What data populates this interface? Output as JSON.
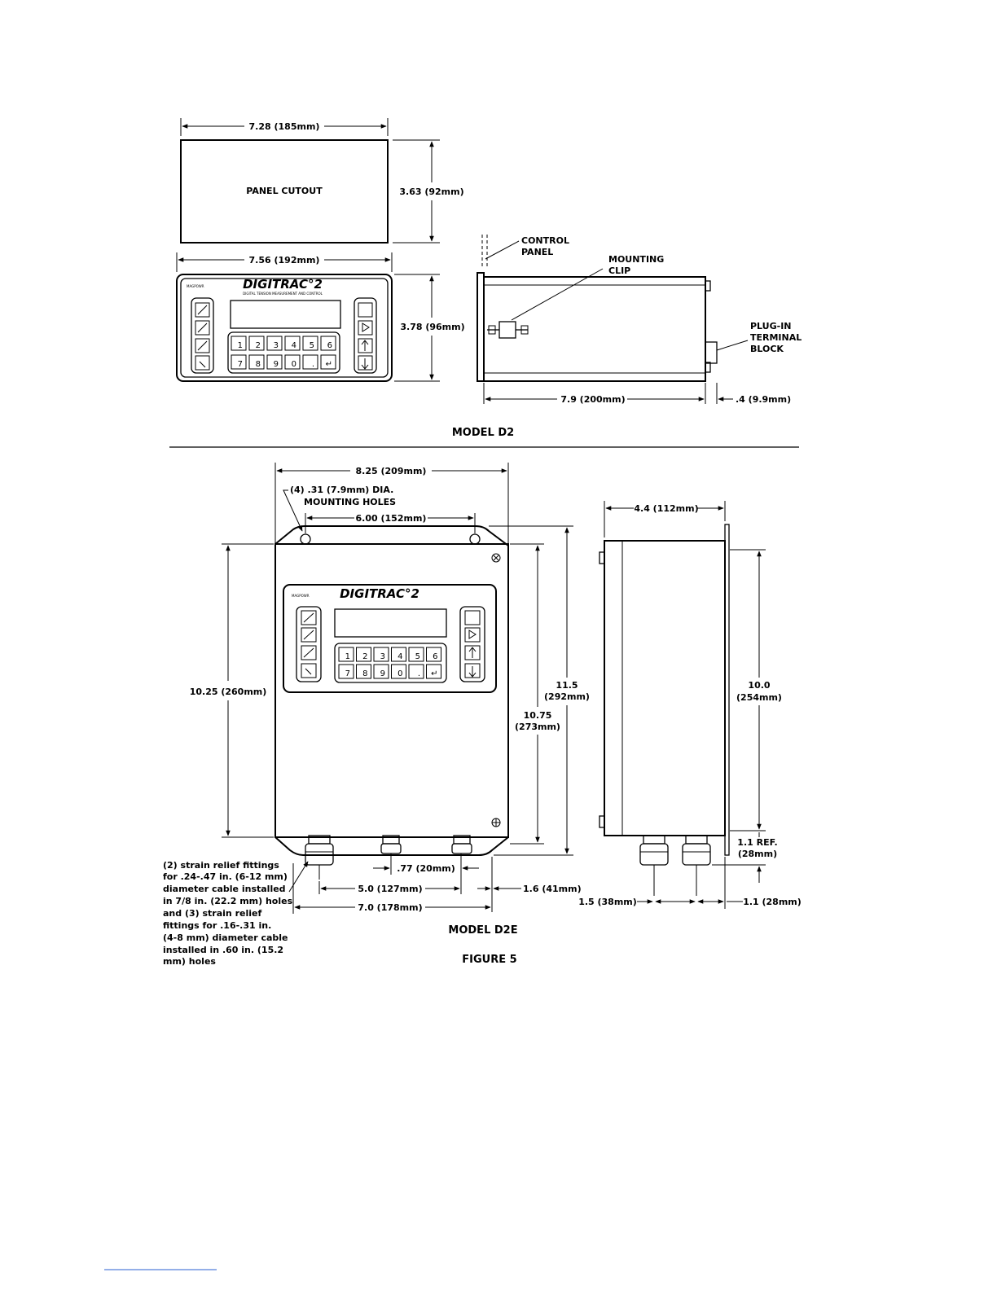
{
  "model_d2": {
    "panel_cutout_width": "7.28 (185mm)",
    "panel_cutout_label": "PANEL CUTOUT",
    "panel_cutout_height": "3.63 (92mm)",
    "front_width": "7.56 (192mm)",
    "front_height": "3.78 (96mm)",
    "brand": "DIGITRAC°2",
    "brand_subtitle": "DIGITAL TENSION MEASUREMENT AND CONTROL",
    "logo_text": "MAGPOWR",
    "control_panel_label": [
      "CONTROL",
      "PANEL"
    ],
    "mounting_clip_label": [
      "MOUNTING",
      "CLIP"
    ],
    "plugin_label": [
      "PLUG-IN",
      "TERMINAL",
      "BLOCK"
    ],
    "depth": "7.9 (200mm)",
    "terminal_depth": ".4 (9.9mm)",
    "keypad_row1": [
      "1",
      "2",
      "3",
      "4",
      "5",
      "6"
    ],
    "keypad_row2": [
      "7",
      "8",
      "9",
      "0",
      ".",
      "↵"
    ],
    "model_label": "MODEL D2"
  },
  "model_d2e": {
    "overall_width": "8.25 (209mm)",
    "holes_note": [
      "(4) .31 (7.9mm) DIA.",
      "MOUNTING HOLES"
    ],
    "hole_spacing": "6.00 (152mm)",
    "height_left": "10.25 (260mm)",
    "height_outer": [
      "11.5",
      "(292mm)"
    ],
    "height_inner": [
      "10.75",
      "(273mm)"
    ],
    "brand": "DIGITRAC°2",
    "logo_text": "MAGPOWR",
    "keypad_row1": [
      "1",
      "2",
      "3",
      "4",
      "5",
      "6"
    ],
    "keypad_row2": [
      "7",
      "8",
      "9",
      "0",
      ".",
      "↵"
    ],
    "fitting_spacing": ".77 (20mm)",
    "fitting_span": "5.0 (127mm)",
    "base_width": "7.0 (178mm)",
    "right_offset": "1.6 (41mm)",
    "strain_relief_note": [
      "(2) strain relief fittings",
      "for .24-.47 in. (6-12 mm)",
      "diameter cable installed",
      "in 7/8 in. (22.2 mm) holes",
      "and (3) strain relief",
      "fittings for .16-.31 in.",
      "(4-8 mm) diameter cable",
      "installed in .60 in. (15.2",
      "mm) holes"
    ],
    "side_depth": "4.4 (112mm)",
    "side_height": [
      "10.0",
      "(254mm)"
    ],
    "ref_dim": [
      "1.1 REF.",
      "(28mm)"
    ],
    "side_left_dim": "1.5 (38mm)",
    "side_right_dim": "1.1 (28mm)",
    "model_label": "MODEL D2E",
    "figure_label": "FIGURE 5"
  }
}
